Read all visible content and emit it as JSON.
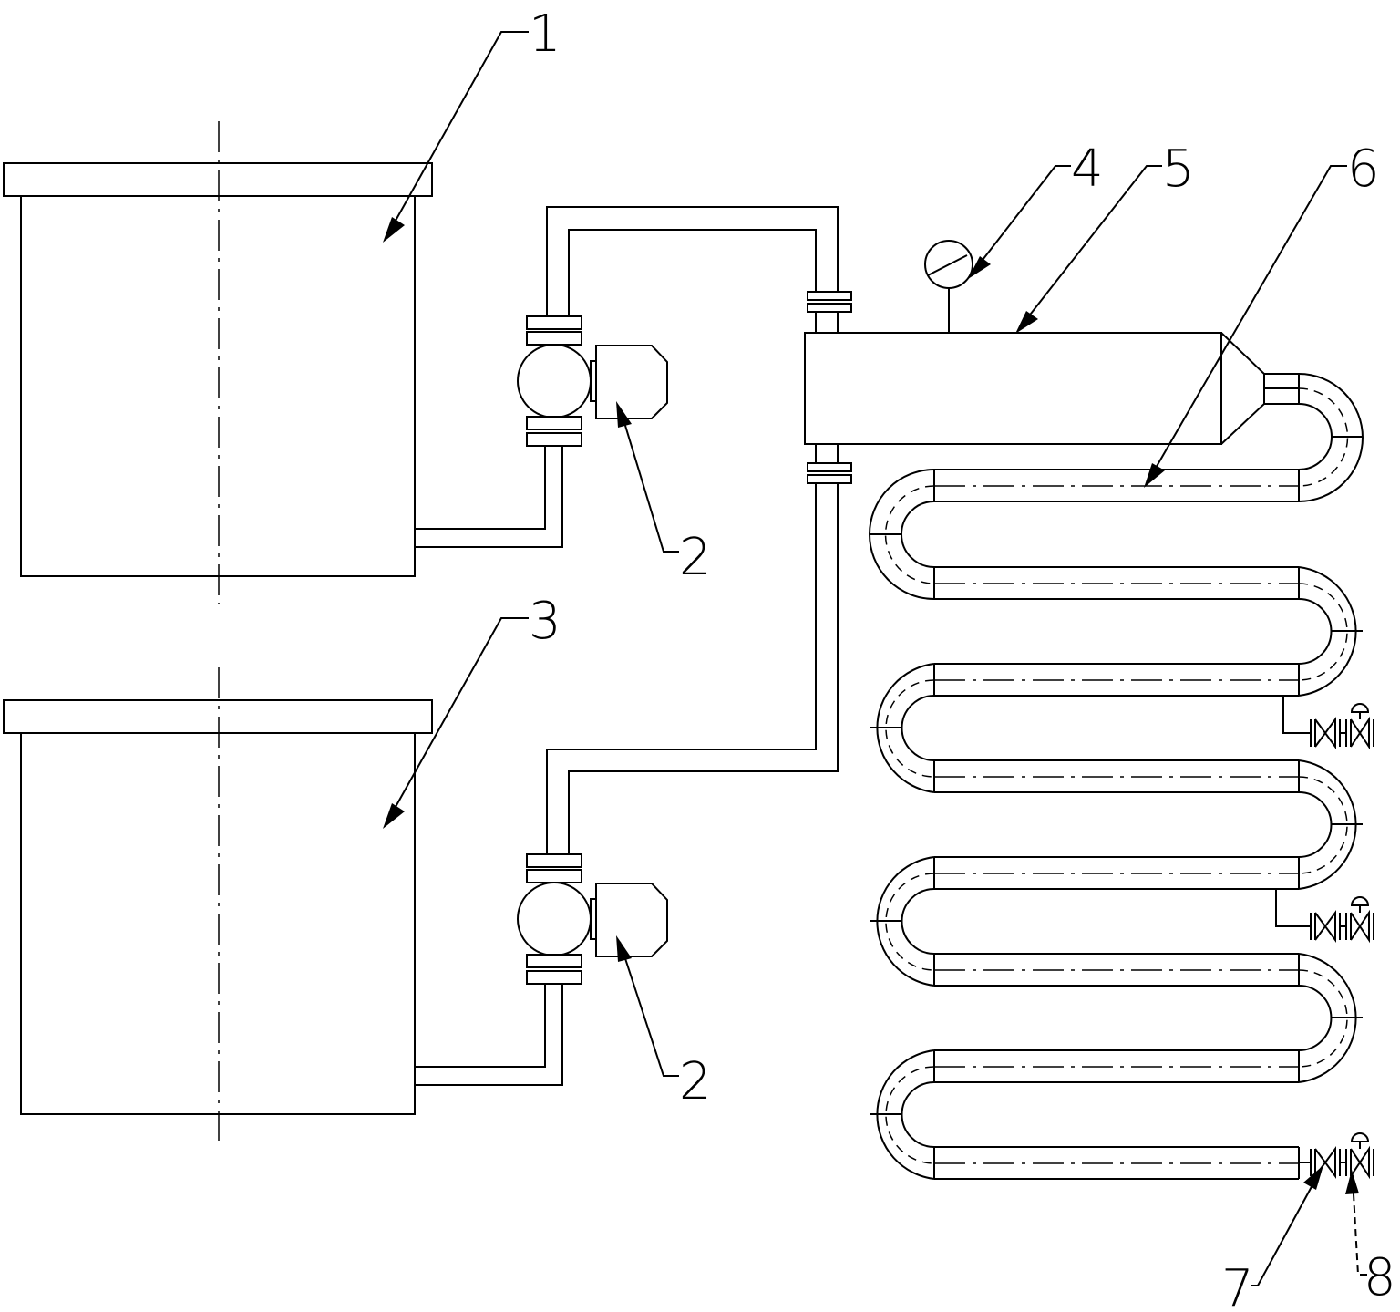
{
  "diagram": {
    "colors": {
      "line": "#000000",
      "background": "#ffffff"
    },
    "labels": {
      "tank_upper": "1",
      "pump_upper": "2",
      "tank_lower": "3",
      "gauge": "4",
      "mixer": "5",
      "coil_pipe": "6",
      "valve_outlet": "7",
      "valve_sample": "8",
      "pump_lower": "2"
    }
  }
}
